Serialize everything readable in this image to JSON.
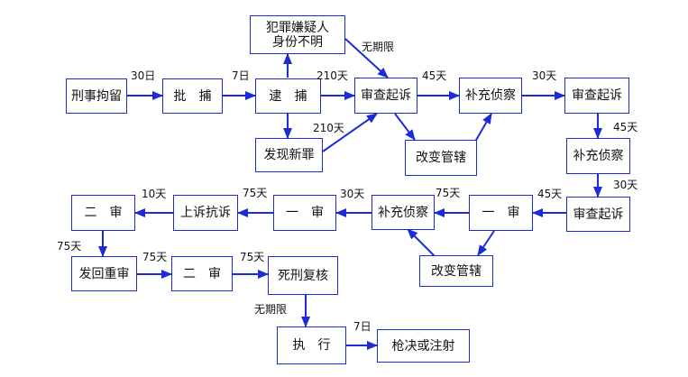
{
  "colors": {
    "arrow": "#1c2bd6",
    "box_border": "#1c2bd6",
    "text": "#111111"
  },
  "nodes": {
    "xingshi_juliu": "刑事拘留",
    "pibu": "批　捕",
    "daibu": "逮　捕",
    "xianyiren": "犯罪嫌疑人\n身份不明",
    "faxian_xinzui": "发现新罪",
    "shencha_qisu_1": "审查起诉",
    "gaibian_guanxia_1": "改变管辖",
    "buchong_zhencha_1": "补充侦察",
    "shencha_qisu_2": "审查起诉",
    "buchong_zhencha_2": "补充侦察",
    "shencha_qisu_3": "审查起诉",
    "yishen_1": "一　审",
    "gaibian_guanxia_2": "改变管辖",
    "buchong_zhencha_3": "补充侦察",
    "yishen_2": "一　审",
    "shangsu_kangsu": "上诉抗诉",
    "ershen_1": "二　审",
    "fahui_chongshen": "发回重审",
    "ershen_2": "二　审",
    "sixing_fuhe": "死刑复核",
    "zhixing": "执　行",
    "qiangjue": "枪决或注射"
  },
  "labels": {
    "l_30ri": "30日",
    "l_7ri_1": "7日",
    "l_210_1": "210天",
    "l_wuqixian_1": "无期限",
    "l_210_2": "210天",
    "l_45_1": "45天",
    "l_30_1": "30天",
    "l_45_2": "45天",
    "l_30_2": "30天",
    "l_45_3": "45天",
    "l_75_1": "75天",
    "l_30_3": "30天",
    "l_75_2": "75天",
    "l_10": "10天",
    "l_75_3": "75天",
    "l_75_4": "75天",
    "l_75_5": "75天",
    "l_wuqixian_2": "无期限",
    "l_7ri_2": "7日"
  }
}
